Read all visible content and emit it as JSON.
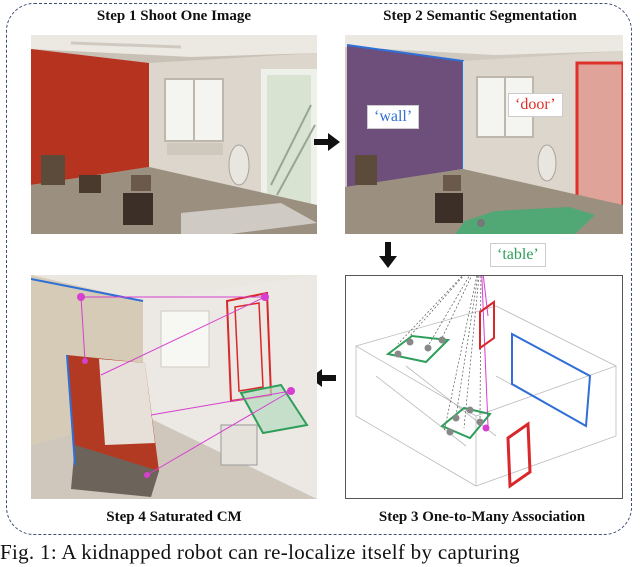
{
  "steps": {
    "step1": "Step 1 Shoot One Image",
    "step2": "Step 2 Semantic Segmentation",
    "step3": "Step 3 One-to-Many Association",
    "step4": "Step 4 Saturated CM"
  },
  "labels": {
    "wall": "‘wall’",
    "door": "‘door’",
    "table": "‘table’"
  },
  "colors": {
    "wall": "#2f6fd6",
    "door": "#e0302a",
    "table": "#2f9e5a",
    "association": "#d63fd0",
    "frame": "#3a4e72"
  },
  "caption": "Fig. 1: A kidnapped robot can re-localize itself by capturing"
}
